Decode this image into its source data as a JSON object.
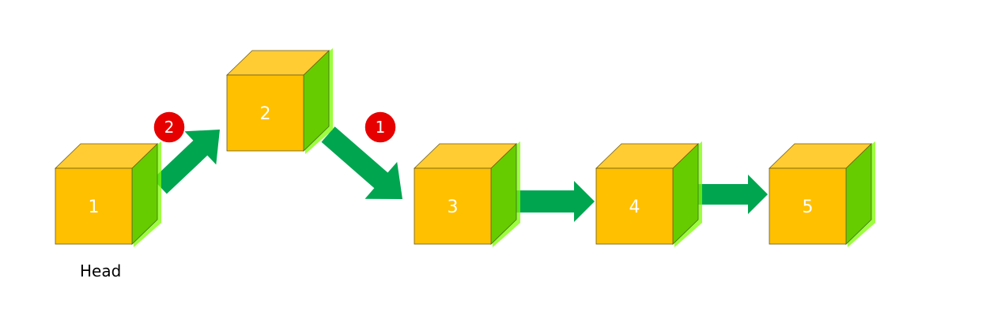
{
  "diagram": {
    "nodes": [
      {
        "id": "1",
        "label": "1"
      },
      {
        "id": "2",
        "label": "2"
      },
      {
        "id": "3",
        "label": "3"
      },
      {
        "id": "4",
        "label": "4"
      },
      {
        "id": "5",
        "label": "5"
      }
    ],
    "edges": [
      {
        "from": "1",
        "to": "2",
        "badge": "2"
      },
      {
        "from": "2",
        "to": "3",
        "badge": "1"
      },
      {
        "from": "3",
        "to": "4"
      },
      {
        "from": "4",
        "to": "5"
      }
    ],
    "head_label": "Head",
    "colors": {
      "cube_front": "#FFC000",
      "cube_top": "#FFCC33",
      "cube_side": "#66CC00",
      "cube_glow": "#7CFC00",
      "arrow": "#00A550",
      "badge": "#E60000"
    }
  }
}
